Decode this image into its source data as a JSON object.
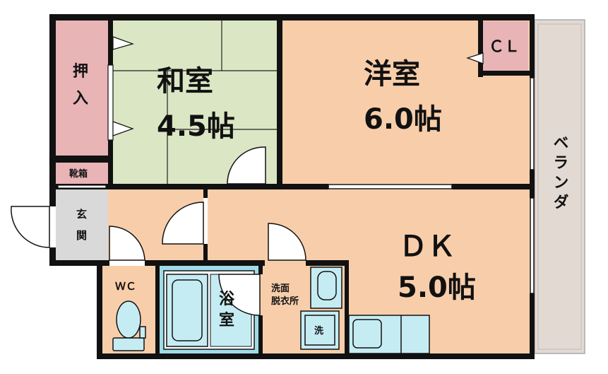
{
  "rooms": {
    "washitsu": {
      "name": "和室",
      "size": "4.5帖",
      "color": "#dbe6c4"
    },
    "youshitsu": {
      "name": "洋室",
      "size": "6.0帖",
      "color": "#f8ceaa"
    },
    "dk": {
      "name": "ＤＫ",
      "size": "5.0帖",
      "color": "#f8ceaa"
    },
    "oshiire": {
      "label_1": "押",
      "label_2": "入",
      "color": "#e8b4b6"
    },
    "closet": {
      "label": "ＣＬ",
      "color": "#e8b4b6"
    },
    "kutsubako": {
      "label": "靴箱",
      "color": "#e8b4b6"
    },
    "genkan": {
      "label_1": "玄",
      "label_2": "関",
      "color": "#d9d9d9"
    },
    "wc": {
      "label": "ＷＣ"
    },
    "bath": {
      "label_1": "浴",
      "label_2": "室",
      "color": "#9fdce8"
    },
    "senmen": {
      "label_1": "洗面",
      "label_2": "脱衣所"
    },
    "washer": {
      "label": "洗"
    },
    "veranda": {
      "label": "ベランダ",
      "color": "#e3d9d3"
    }
  },
  "colors": {
    "wall": "#111111",
    "floor": "#f8ceaa",
    "fixture": "#c6ecf3"
  }
}
